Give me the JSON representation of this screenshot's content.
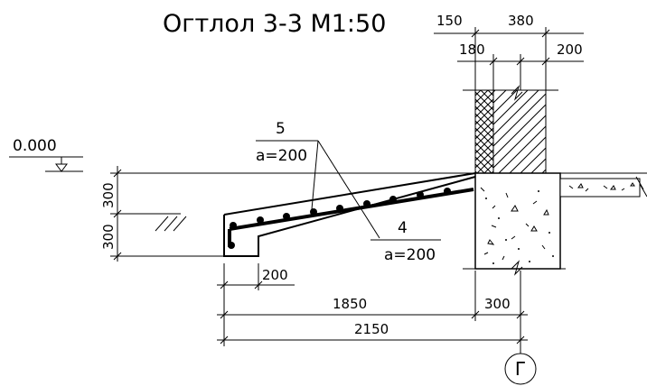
{
  "title": "Огтлол 3-3 М1:50",
  "level_mark": "0.000",
  "rebar_labels": [
    {
      "number": "5",
      "spacing": "a=200"
    },
    {
      "number": "4",
      "spacing": "a=200"
    }
  ],
  "dimensions": {
    "top": [
      "150",
      "380",
      "180",
      "200"
    ],
    "left": [
      "300",
      "300"
    ],
    "bottom": [
      "200",
      "1850",
      "300",
      "2150"
    ]
  },
  "axis_label": "Г"
}
